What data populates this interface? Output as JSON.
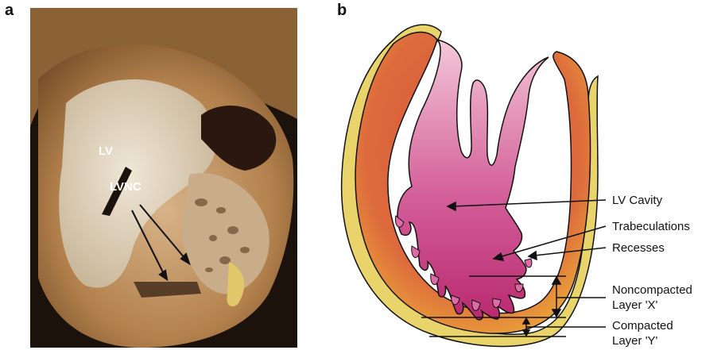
{
  "panels": {
    "a": {
      "letter": "a",
      "labels": {
        "lv": "LV",
        "lvnc": "LVNC"
      }
    },
    "b": {
      "letter": "b",
      "labels": {
        "lv_cavity": "LV Cavity",
        "trabeculations": "Trabeculations",
        "recesses": "Recesses",
        "noncompacted_line1": "Noncompacted",
        "noncompacted_line2": "Layer 'X'",
        "compacted_line1": "Compacted",
        "compacted_line2": "Layer 'Y'"
      }
    }
  },
  "colors": {
    "pericardium": "#e8d46a",
    "myocardium": "#d9543f",
    "myocardium_outer": "#e98a3a",
    "cavity_light": "#f3c8d8",
    "cavity_dark": "#c2307a",
    "photo_tissue": "#b3814c",
    "photo_dark": "#1b120c"
  }
}
